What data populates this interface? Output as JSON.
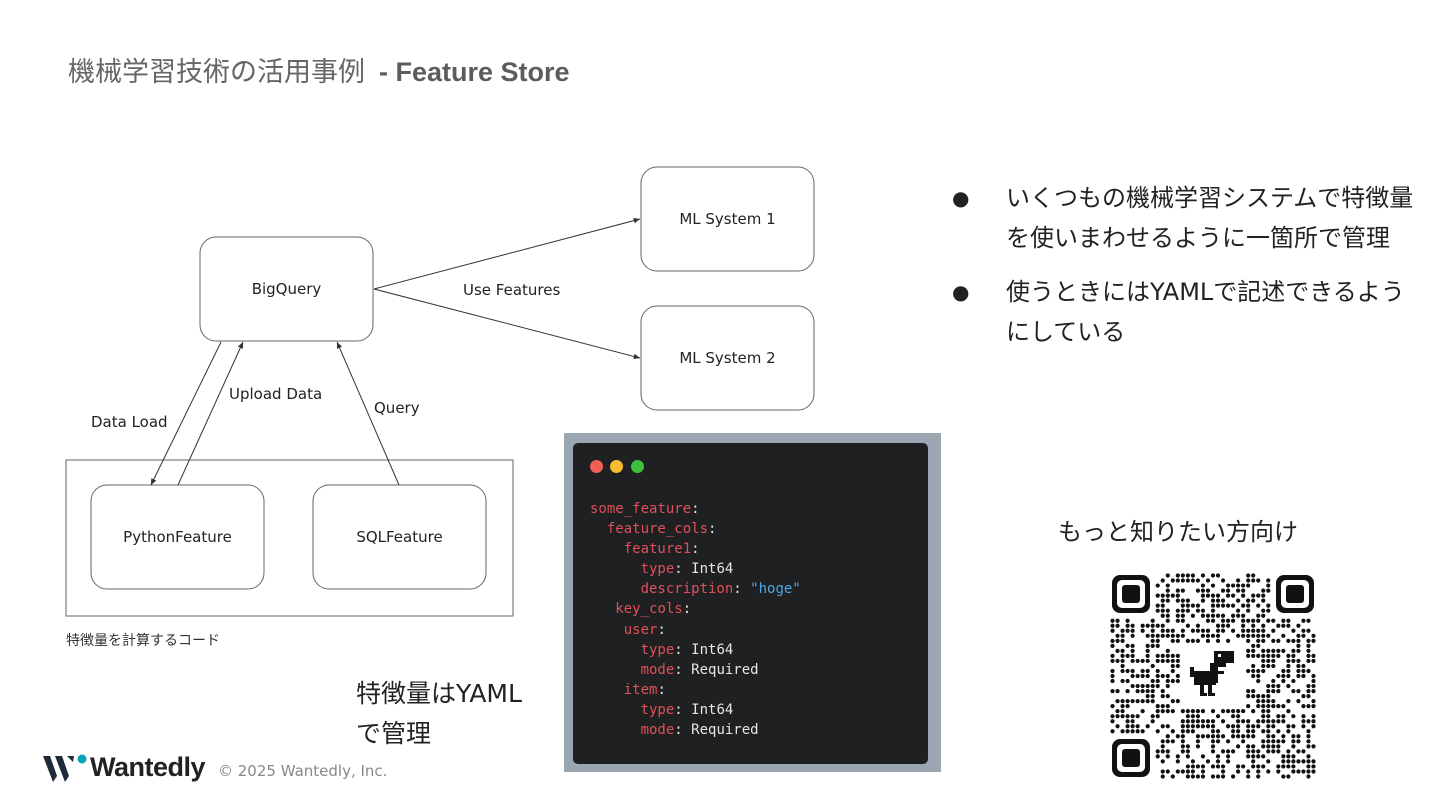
{
  "title": {
    "main": "機械学習技術の活用事例",
    "sub": "- Feature Store"
  },
  "diagram": {
    "nodes": {
      "bigquery": "BigQuery",
      "ml_system_1": "ML System 1",
      "ml_system_2": "ML System 2",
      "python_feature": "PythonFeature",
      "sql_feature": "SQLFeature"
    },
    "edges": {
      "use_features": "Use Features",
      "data_load": "Data Load",
      "upload_data": "Upload Data",
      "query": "Query"
    },
    "group_caption": "特徴量を計算するコード"
  },
  "yaml_caption": {
    "line1": "特徴量はYAML",
    "line2": "で管理"
  },
  "code": {
    "lines": [
      {
        "indent": "",
        "key": "some_feature",
        "value": "",
        "value_type": "none"
      },
      {
        "indent": "  ",
        "key": "feature_cols",
        "value": "",
        "value_type": "none"
      },
      {
        "indent": "    ",
        "key": "feature1",
        "value": "",
        "value_type": "none"
      },
      {
        "indent": "      ",
        "key": "type",
        "value": "Int64",
        "value_type": "plain"
      },
      {
        "indent": "      ",
        "key": "description",
        "value": "\"hoge\"",
        "value_type": "string"
      },
      {
        "indent": "   ",
        "key": "key_cols",
        "value": "",
        "value_type": "none"
      },
      {
        "indent": "    ",
        "key": "user",
        "value": "",
        "value_type": "none"
      },
      {
        "indent": "      ",
        "key": "type",
        "value": "Int64",
        "value_type": "plain"
      },
      {
        "indent": "      ",
        "key": "mode",
        "value": "Required",
        "value_type": "plain"
      },
      {
        "indent": "    ",
        "key": "item",
        "value": "",
        "value_type": "none"
      },
      {
        "indent": "      ",
        "key": "type",
        "value": "Int64",
        "value_type": "plain"
      },
      {
        "indent": "      ",
        "key": "mode",
        "value": "Required",
        "value_type": "plain"
      }
    ]
  },
  "bullets": [
    "いくつもの機械学習システムで特徴量を使いまわせるように一箇所で管理",
    "使うときにはYAMLで記述できるようにしている"
  ],
  "bullet_mark": "●",
  "qr_caption": "もっと知りたい方向け",
  "footer": {
    "brand": "Wantedly",
    "copyright": "© 2025 Wantedly, Inc."
  },
  "colors": {
    "accent": "#00a4bb",
    "code_bg": "#1f2022",
    "code_key": "#e0505a",
    "code_string": "#4ea6e6",
    "frame_bg": "#9aa6b2"
  },
  "icons": [
    "wantedly-logo-icon",
    "qr-code-icon",
    "dinosaur-icon"
  ]
}
